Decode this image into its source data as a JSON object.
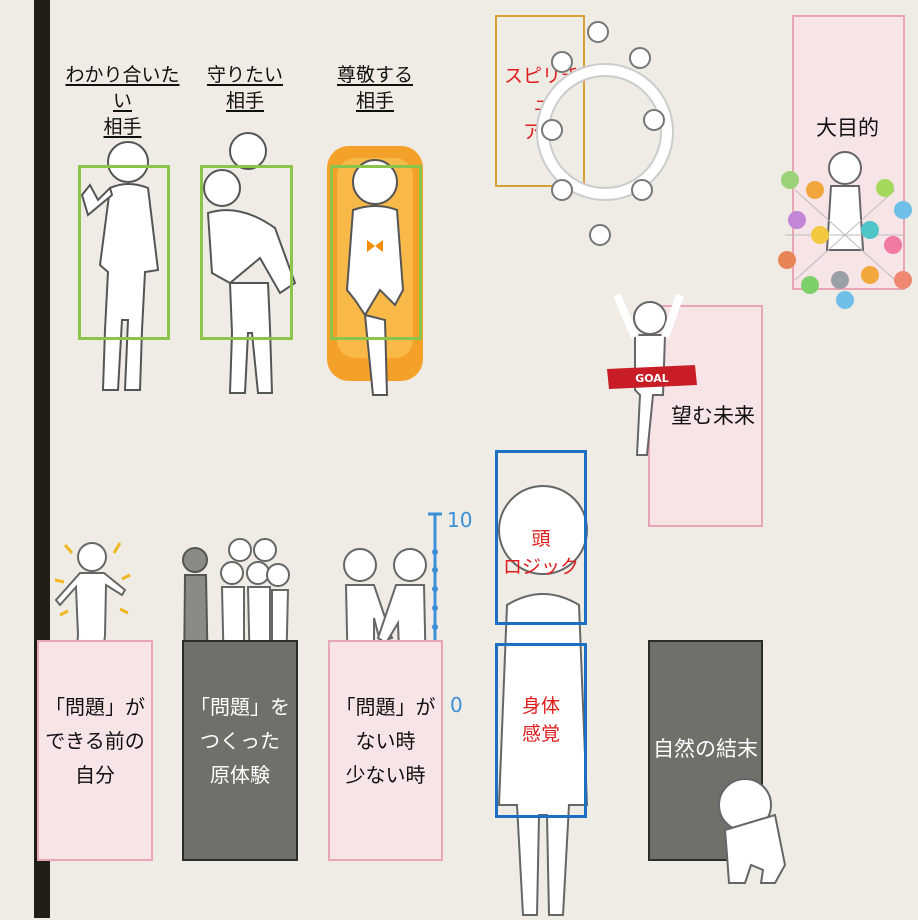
{
  "headers": [
    {
      "line1": "わかり合いたい",
      "line2": "相手"
    },
    {
      "line1": "守りたい",
      "line2": "相手"
    },
    {
      "line1": "尊敬する",
      "line2": "相手"
    }
  ],
  "spiritual": {
    "line1": "スピリチュ",
    "line2": "アル"
  },
  "purpose": "大目的",
  "future": "望む未来",
  "goal_tape": "GOAL",
  "head_box": {
    "line1": "頭",
    "line2": "ロジック"
  },
  "body_box": {
    "line1": "身体",
    "line2": "感覚"
  },
  "scale": {
    "top": "10",
    "bottom": "0"
  },
  "bottom_boxes": [
    {
      "lines": [
        "「問題」が",
        "できる前の",
        "自分"
      ]
    },
    {
      "lines": [
        "「問題」を",
        "つくった",
        "原体験"
      ]
    },
    {
      "lines": [
        "「問題」が",
        "ない時",
        "少ない時"
      ]
    }
  ],
  "natural_end": "自然の結末",
  "colors": {
    "green": "#8cc34a",
    "pink": "#f7e4e7",
    "dark": "#6f6f6b",
    "blue": "#1d6fc2",
    "red": "#e01d1d",
    "orange": "#f4a12a"
  }
}
